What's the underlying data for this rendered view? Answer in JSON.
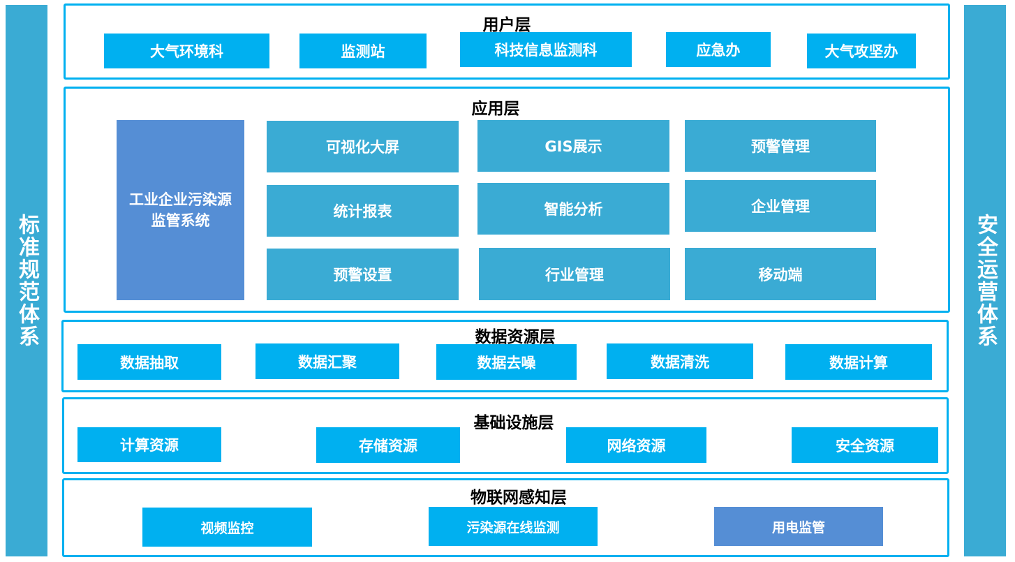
{
  "left_pillar": "标准规范体系",
  "right_pillar": "安全运营体系",
  "user_layer": {
    "title": "用户层",
    "items": [
      "大气环境科",
      "监测站",
      "科技信息监测科",
      "应急办",
      "大气攻坚办"
    ]
  },
  "app_layer": {
    "title": "应用层",
    "main_system": "工业企业污染源监管系统",
    "items": [
      "可视化大屏",
      "GIS展示",
      "预警管理",
      "统计报表",
      "智能分析",
      "企业管理",
      "预警设置",
      "行业管理",
      "移动端"
    ]
  },
  "data_layer": {
    "title": "数据资源层",
    "items": [
      "数据抽取",
      "数据汇聚",
      "数据去噪",
      "数据清洗",
      "数据计算"
    ]
  },
  "infra_layer": {
    "title": "基础设施层",
    "items": [
      "计算资源",
      "存储资源",
      "网络资源",
      "安全资源"
    ]
  },
  "iot_layer": {
    "title": "物联网感知层",
    "items": [
      "视频监控",
      "污染源在线监测",
      "用电监管"
    ]
  },
  "colors": {
    "bright": "#00b0f0",
    "teal": "#3aabd4",
    "blue": "#558ed5"
  }
}
